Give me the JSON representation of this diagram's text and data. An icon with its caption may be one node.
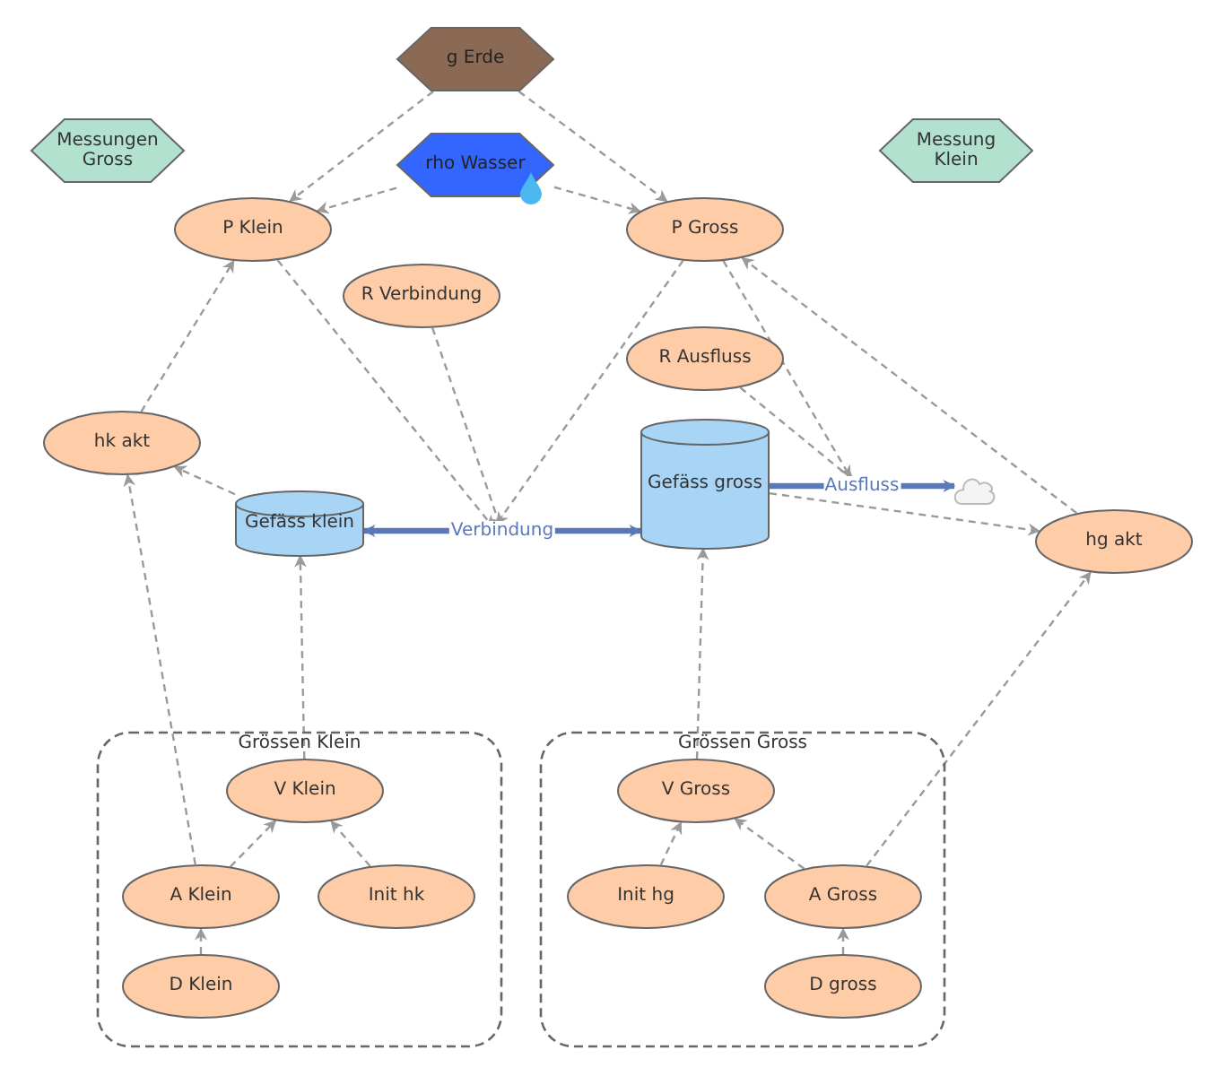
{
  "diagram": {
    "nodes": [
      {
        "text": [
          "g Erde"
        ]
      },
      {
        "text": [
          "Messungen Gross"
        ]
      },
      {
        "text": [
          "rho Wasser"
        ]
      },
      {
        "text": [
          "Messung Klein"
        ]
      },
      {
        "text": [
          "P Klein"
        ]
      },
      {
        "text": [
          "P Gross"
        ]
      },
      {
        "text": [
          "R Verbindung"
        ]
      },
      {
        "text": [
          "R Ausfluss"
        ]
      },
      {
        "text": [
          "hk akt"
        ]
      },
      {
        "text": [
          "Gefäss klein"
        ]
      },
      {
        "text": [
          "Gefäss gross"
        ]
      },
      {
        "text": [],
        "shape": "cloud"
      },
      {
        "text": [
          "hg akt"
        ]
      },
      {
        "text": [
          "Grössen Klein"
        ]
      },
      {
        "text": [
          "Grössen Gross"
        ]
      },
      {
        "text": [
          "V Klein"
        ],
        "in": 13
      },
      {
        "text": [
          "A Klein"
        ],
        "in": 13
      },
      {
        "text": [
          "Init hk"
        ],
        "in": 13
      },
      {
        "text": [
          "D Klein"
        ],
        "in": 13
      },
      {
        "text": [
          "V Gross"
        ],
        "in": 14
      },
      {
        "text": [
          "Init hg"
        ],
        "in": 14
      },
      {
        "text": [
          "A Gross"
        ],
        "in": 14
      },
      {
        "text": [
          "D gross"
        ],
        "in": 14
      }
    ],
    "edges": [
      {
        "from": 0,
        "to": 4,
        "arrow": "to",
        "style": "dashed"
      },
      {
        "from": 0,
        "to": 5,
        "arrow": "to",
        "style": "dashed"
      },
      {
        "from": 2,
        "to": 4,
        "arrow": "to",
        "style": "dashed"
      },
      {
        "from": 2,
        "to": 5,
        "arrow": "to",
        "style": "dashed"
      },
      {
        "from": 4,
        "to": null,
        "arrow": "to",
        "style": "dashed"
      },
      {
        "from": 6,
        "to": null,
        "arrow": "to",
        "style": "dashed"
      },
      {
        "from": 5,
        "to": null,
        "arrow": "to",
        "style": "dashed"
      },
      {
        "from": 5,
        "to": null,
        "arrow": "to",
        "style": "dashed"
      },
      {
        "from": 7,
        "to": null,
        "arrow": "to",
        "style": "dashed"
      },
      {
        "from": 12,
        "to": 5,
        "arrow": "to",
        "style": "dashed"
      },
      {
        "from": 8,
        "to": 4,
        "arrow": "to",
        "style": "dashed"
      },
      {
        "from": 9,
        "to": 8,
        "arrow": "to",
        "style": "dashed"
      },
      {
        "from": 9,
        "to": 10,
        "arrow": "both",
        "label": "Verbindung",
        "style": "thick",
        "color": "#5b78b8"
      },
      {
        "from": 10,
        "to": 11,
        "arrow": "to",
        "label": "Ausfluss",
        "style": "thick",
        "color": "#5b78b8"
      },
      {
        "from": 10,
        "to": 12,
        "arrow": "to",
        "style": "dashed"
      },
      {
        "from": 16,
        "to": 8,
        "arrow": "to",
        "style": "dashed"
      },
      {
        "from": 15,
        "to": 9,
        "arrow": "to",
        "style": "dashed"
      },
      {
        "from": 16,
        "to": 15,
        "arrow": "to",
        "style": "dashed"
      },
      {
        "from": 17,
        "to": 15,
        "arrow": "to",
        "style": "dashed"
      },
      {
        "from": 18,
        "to": 16,
        "arrow": "to",
        "style": "dashed"
      },
      {
        "from": 19,
        "to": 10,
        "arrow": "to",
        "style": "dashed"
      },
      {
        "from": 20,
        "to": 19,
        "arrow": "to",
        "style": "dashed"
      },
      {
        "from": 21,
        "to": 19,
        "arrow": "to",
        "style": "dashed"
      },
      {
        "from": 22,
        "to": 21,
        "arrow": "to",
        "style": "dashed"
      },
      {
        "from": 21,
        "to": 12,
        "arrow": "to",
        "style": "dashed"
      }
    ]
  }
}
